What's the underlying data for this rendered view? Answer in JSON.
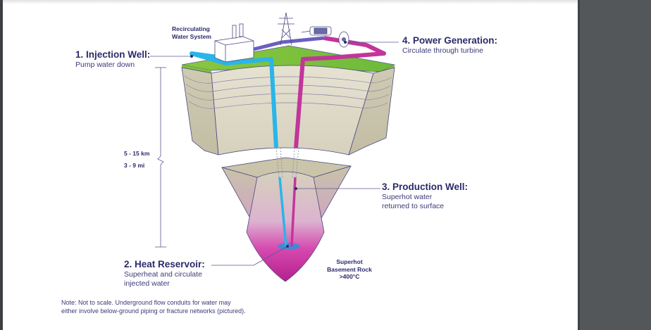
{
  "diagram": {
    "subject": "Enhanced geothermal system cross-section",
    "labels": {
      "recirculating": {
        "line1": "Recirculating",
        "line2": "Water System"
      },
      "injection": {
        "title": "1. Injection Well:",
        "desc": "Pump water down"
      },
      "power": {
        "title": "4. Power Generation:",
        "desc": "Circulate through turbine"
      },
      "depth": {
        "km": "5 - 15 km",
        "mi": "3 - 9 mi"
      },
      "production": {
        "title": "3. Production Well:",
        "desc1": "Superhot water",
        "desc2": "returned to surface"
      },
      "reservoir": {
        "title": "2. Heat Reservoir:",
        "desc1": "Superheat and circulate",
        "desc2": "injected water"
      },
      "basement": {
        "line1": "Superhot",
        "line2": "Basement Rock",
        "line3": ">400°C"
      }
    },
    "note": {
      "line1": "Note: Not to scale. Underground flow conduits for water may",
      "line2": "either involve below-ground piping or fracture networks (pictured)."
    },
    "colors": {
      "text": "#2c2a6b",
      "injection_pipe": "#29b5e8",
      "production_pipe": "#c2359a",
      "surface": "#7cc242",
      "rock": "#d8d3bd",
      "heat": "#d12aa5",
      "line": "#5a5890"
    }
  }
}
